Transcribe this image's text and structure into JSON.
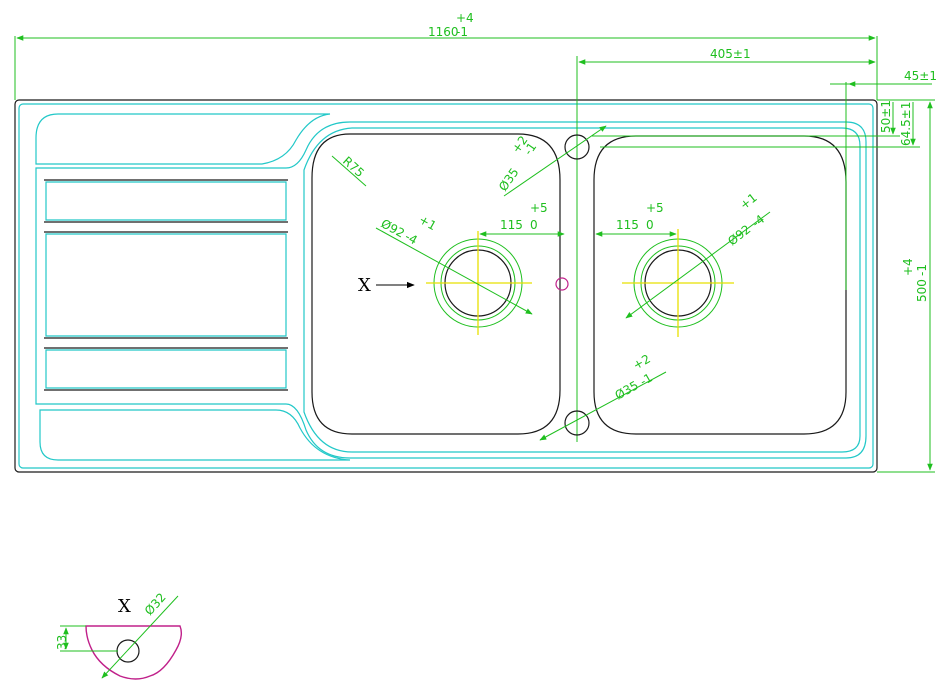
{
  "dimensions": {
    "overall_width": {
      "value": "1160",
      "lower_tol": "-1",
      "upper_tol": "+4"
    },
    "offset_405": "405±1",
    "offset_45": "45±1",
    "offset_50": "50±1",
    "offset_64_5": "64.5±1",
    "overall_depth": {
      "value": "500",
      "lower_tol": "-1",
      "upper_tol": "+4"
    },
    "radius": "R75",
    "tap_hole_top": {
      "value": "Ø35",
      "lower_tol": "-1",
      "upper_tol": "+2"
    },
    "tap_hole_bottom": {
      "value": "Ø35",
      "lower_tol": "-1",
      "upper_tol": "+2"
    },
    "drain_left": {
      "value": "Ø92",
      "lower_tol": "-4",
      "upper_tol": "+1"
    },
    "drain_right": {
      "value": "Ø92",
      "lower_tol": "-4",
      "upper_tol": "+1"
    },
    "drain_offset_left": {
      "value": "115",
      "lower_tol": "0",
      "upper_tol": "+5"
    },
    "drain_offset_right": {
      "value": "115",
      "lower_tol": "0",
      "upper_tol": "+5"
    }
  },
  "detail": {
    "marker_label": "X",
    "hole_diameter": "Ø32",
    "depth": "33"
  },
  "colors": {
    "dimension": "#1fbf1f",
    "outline_cyan": "#22c8c8",
    "bowl_black": "#1a1a1a",
    "centerline_yellow": "#e8e000",
    "marker_magenta": "#c0208a"
  }
}
